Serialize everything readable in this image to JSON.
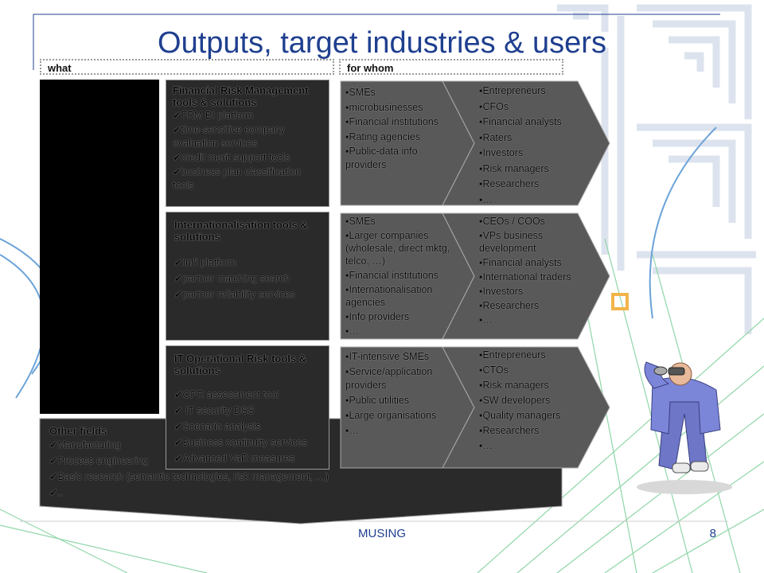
{
  "slide": {
    "title": "Outputs, target industries & users",
    "footer_center": "MUSING",
    "page_number": "8"
  },
  "tabs": {
    "what": "what",
    "for_whom": "for whom"
  },
  "rows": [
    {
      "title": "Financial Risk Management tools & solutions",
      "items": [
        "FRM BI platform",
        "time-sensitive company evaluation services",
        "credit merit support tools",
        "business plan classification tools"
      ],
      "industries": [
        "SMEs",
        "microbusinesses",
        "Financial institutions",
        "Rating agencies",
        "Public-data info providers"
      ],
      "users": [
        "Entrepreneurs",
        "CFOs",
        "Financial analysts",
        "Raters",
        "Investors",
        "Risk managers",
        "Researchers",
        "…"
      ]
    },
    {
      "title": "Internationalisation tools & solutions",
      "items": [
        "Int'l platform",
        "partner matching search",
        "partner reliability services"
      ],
      "industries": [
        "SMEs",
        "Larger companies (wholesale, direct mktg, telco, …)",
        "Financial institutions",
        "Internationalisation agencies",
        "Info providers",
        "…"
      ],
      "users": [
        "CEOs / COOs",
        "VPs business development",
        "Financial analysts",
        "International traders",
        "Investors",
        "Researchers",
        "…"
      ]
    },
    {
      "title": "IT Operational Risk tools & solutions",
      "items": [
        "OPR assessment tool",
        " IT security DSS",
        "Scenario analysis",
        "Business continuity services",
        "Advanced VaR measures"
      ],
      "industries": [
        "IT-intensive SMEs",
        "Service/application providers",
        "Public utilities",
        "Large organisations",
        "…"
      ],
      "users": [
        "Entrepreneurs",
        "CTOs",
        "Risk managers",
        "SW developers",
        "Quality managers",
        "Researchers",
        "…"
      ]
    }
  ],
  "other_fields": {
    "title": "Other fields",
    "items": [
      "Manufacturing",
      "Process engineering",
      "Basic research (semantic technologies, risk management, …)",
      ".."
    ]
  }
}
